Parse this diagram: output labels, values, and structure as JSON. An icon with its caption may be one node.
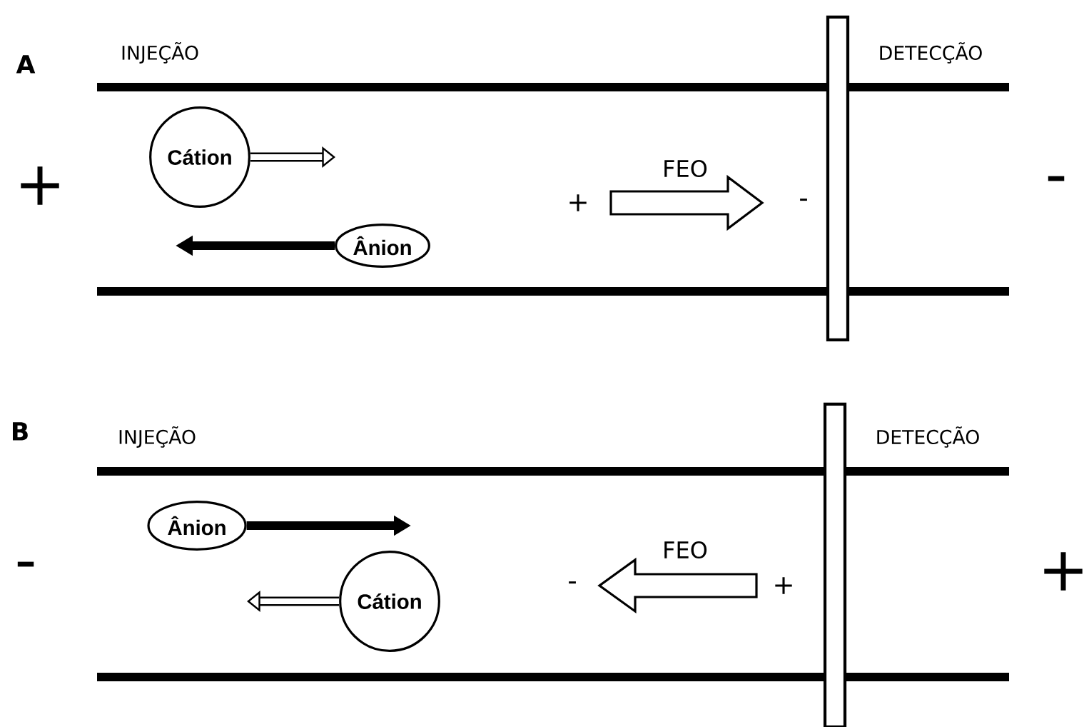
{
  "diagram": {
    "nodes": [
      {
        "text": [
          "Cátion"
        ]
      },
      {
        "text": [
          "Ânion"
        ]
      },
      {
        "text": [
          "Ânion"
        ]
      },
      {
        "text": [
          "Cátion"
        ]
      },
      {
        "text": [],
        "shape": "box"
      },
      {
        "text": [],
        "shape": "box"
      }
    ],
    "edges": [
      {
        "from": 0,
        "to": null,
        "arrow": "to"
      },
      {
        "from": 1,
        "to": null,
        "arrow": "to"
      },
      {
        "from": 2,
        "to": null,
        "arrow": "to"
      },
      {
        "from": 3,
        "to": null,
        "arrow": "to"
      }
    ],
    "labels": [
      "A",
      "INJEÇÃO",
      "DETECÇÃO",
      "+",
      "FEO",
      "+",
      "-",
      "-",
      "B",
      "INJEÇÃO",
      "DETECÇÃO",
      "-",
      "FEO",
      "-",
      "+",
      "+"
    ]
  }
}
